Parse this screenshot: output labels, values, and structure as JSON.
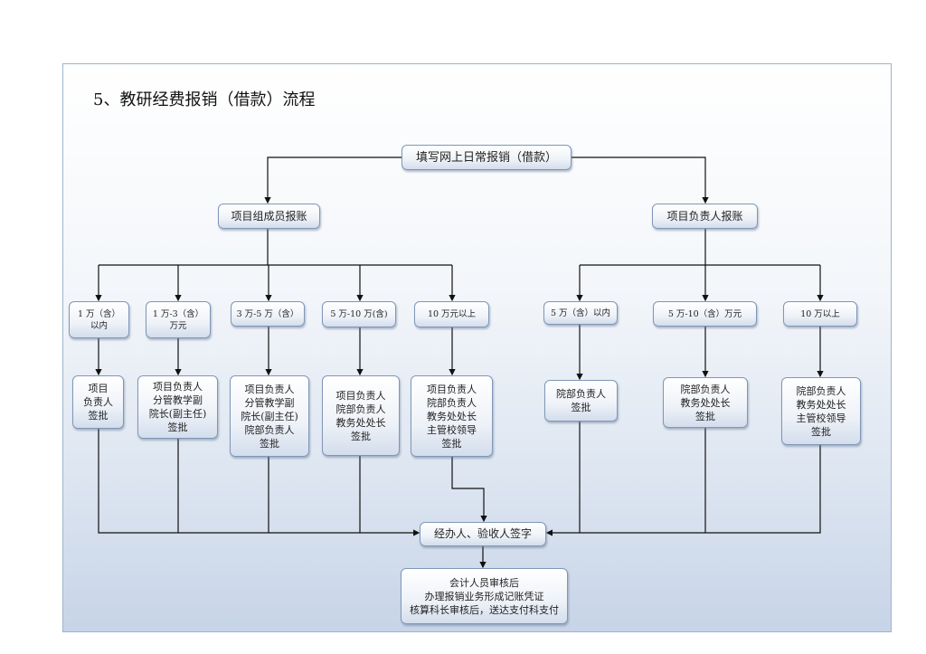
{
  "title": "5、教研经费报销（借款）流程",
  "start": "填写网上日常报销（借款）",
  "branches": {
    "member": {
      "label": "项目组成员报账",
      "amounts": [
        "1 万（含）\n以内",
        "1 万-3（含）\n万元",
        "3 万-5 万（含）",
        "5 万-10 万(含)",
        "10 万元以上"
      ],
      "approvals": [
        "项目\n负责人\n签批",
        "项目负责人\n分管教学副\n院长(副主任)\n签批",
        "项目负责人\n分管教学副\n院长(副主任)\n院部负责人\n签批",
        "项目负责人\n院部负责人\n教务处处长\n签批",
        "项目负责人\n院部负责人\n教务处处长\n主管校领导\n签批"
      ]
    },
    "leader": {
      "label": "项目负责人报账",
      "amounts": [
        "5 万（含）以内",
        "5 万-10（含）万元",
        "10 万以上"
      ],
      "approvals": [
        "院部负责人\n签批",
        "院部负责人\n教务处处长\n签批",
        "院部负责人\n教务处处长\n主管校领导\n签批"
      ]
    }
  },
  "sign": "经办人、验收人签字",
  "final": "会计人员审核后\n办理报销业务形成记账凭证\n核算科长审核后，送达支付科支付"
}
